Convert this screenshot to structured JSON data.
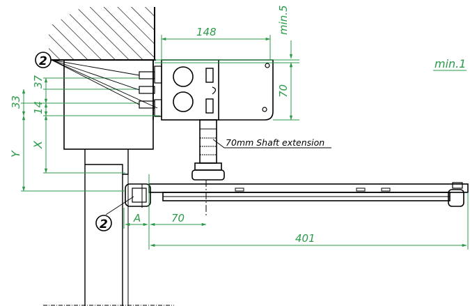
{
  "drawing": {
    "dim_148": "148",
    "dim_min5": "min.5",
    "dim_min1": "min.1",
    "dim_70_vertical": "70",
    "dim_37": "37",
    "dim_33": "33",
    "dim_14": "14",
    "dim_x": "X",
    "dim_y": "Y",
    "dim_a": "A",
    "dim_70_horizontal": "70",
    "dim_401": "401",
    "callout_2": "2",
    "shaft_label": "70mm Shaft extension"
  },
  "colors": {
    "dimension": "#2a9a4a",
    "linework": "#000000",
    "background": "#ffffff"
  }
}
